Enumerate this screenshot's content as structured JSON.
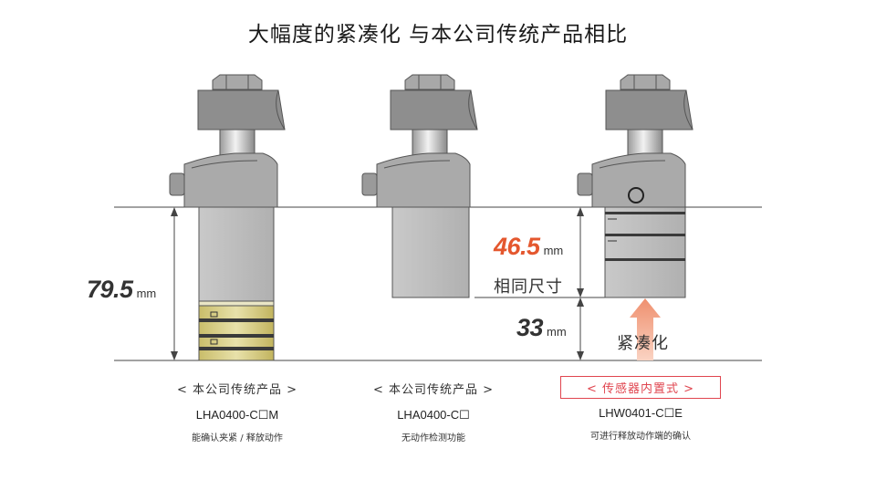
{
  "title": "大幅度的紧凑化  与本公司传统产品相比",
  "dimensions": {
    "total": {
      "value": "79.5",
      "unit": "mm"
    },
    "reduced": {
      "value": "46.5",
      "unit": "mm"
    },
    "lower": {
      "value": "33",
      "unit": "mm"
    },
    "same_size_label": "相同尺寸",
    "compact_label": "紧凑化"
  },
  "products": [
    {
      "label": "< 本公司传统产品 >",
      "model": "LHA0400-C☐M",
      "desc": "能确认夹紧 / 释放动作"
    },
    {
      "label": "< 本公司传统产品 >",
      "model": "LHA0400-C☐",
      "desc": "无动作检测功能"
    },
    {
      "label": "< 传感器内置式 >",
      "model": "LHW0401-C☐E",
      "desc": "可进行释放动作端的确认",
      "highlight_color": "#e0454f"
    }
  ],
  "colors": {
    "body_gray": "#b8b8b8",
    "dark_gray": "#8e8e8e",
    "brass": "#d8cf8c",
    "accent_red": "#e4572e",
    "arrow_peach": "#f3a98d"
  }
}
